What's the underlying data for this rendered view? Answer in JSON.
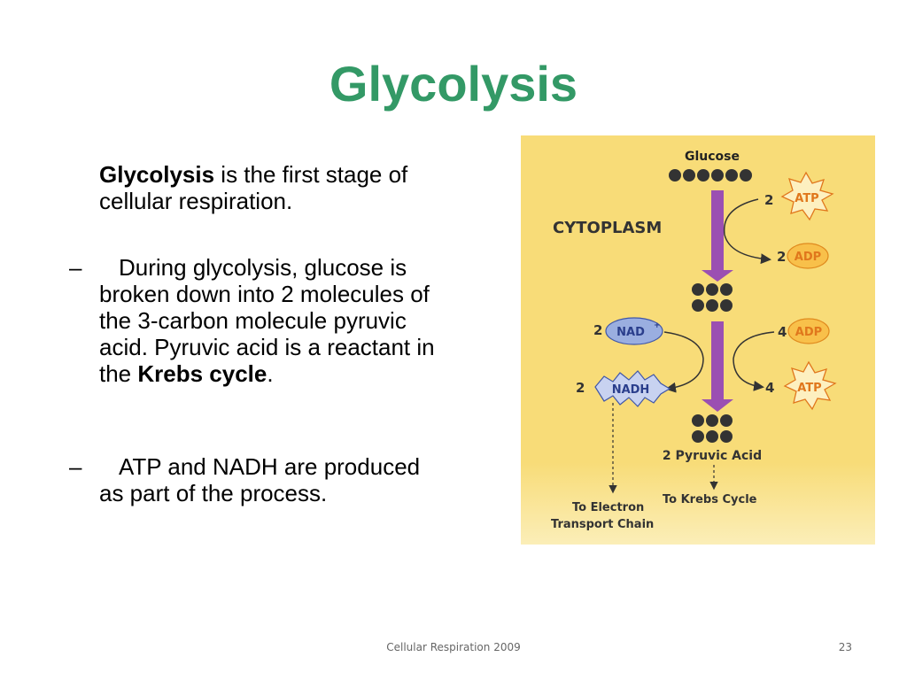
{
  "slide": {
    "title": "Glycolysis",
    "bullet1": {
      "bold": "Glycolysis",
      "rest": " is the first stage of cellular respiration."
    },
    "bullet2": {
      "dash": "–",
      "text": "During glycolysis, glucose is broken down into 2 molecules of the 3-carbon molecule pyruvic acid. Pyruvic acid is a reactant in the ",
      "bold": "Krebs cycle",
      "end": "."
    },
    "bullet3": {
      "dash": "–",
      "text": "ATP and NADH are produced as part of the process."
    },
    "footer": "Cellular Respiration 2009",
    "page_number": "23"
  },
  "figure": {
    "glucose": "Glucose",
    "cytoplasm": "CYTOPLASM",
    "atp_in_count": "2",
    "atp": "ATP",
    "adp_out_count": "2",
    "adp": "ADP",
    "nad_count": "2",
    "nad": "NAD",
    "nad_sup": "+",
    "adp_in_count": "4",
    "nadh_count": "2",
    "nadh": "NADH",
    "atp_out_count": "4",
    "pyruvic": "2 Pyruvic Acid",
    "to_etc_1": "To Electron",
    "to_etc_2": "Transport Chain",
    "to_krebs": "To Krebs Cycle",
    "colors": {
      "background": "#f8dc78",
      "arrow": "#9b4fb2",
      "atp_fill": "#fdf0c0",
      "atp_text": "#e0771c",
      "adp_fill": "#f8c04a",
      "nad_fill": "#9aaee0",
      "nad_text": "#2a3e8c",
      "molecule": "#333333"
    }
  }
}
